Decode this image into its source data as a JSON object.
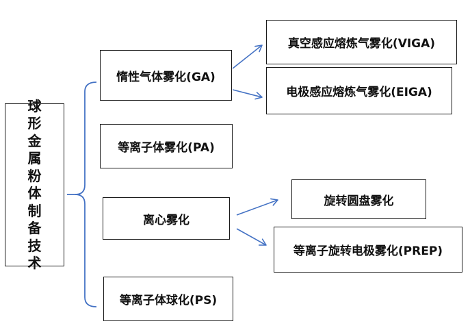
{
  "diagram": {
    "root": {
      "chars": [
        "球",
        "形",
        "金",
        "属",
        "粉",
        "体",
        "制",
        "备",
        "技",
        "术"
      ]
    },
    "methods": [
      {
        "label": "惰性气体雾化(GA)",
        "subs": [
          "真空感应熔炼气雾化(VIGA)",
          "电极感应熔炼气雾化(EIGA)"
        ]
      },
      {
        "label": "等离子体雾化(PA)",
        "subs": []
      },
      {
        "label": "离心雾化",
        "subs": [
          "旋转圆盘雾化",
          "等离子旋转电极雾化(PREP)"
        ]
      },
      {
        "label": "等离子体球化(PS)",
        "subs": []
      }
    ],
    "colors": {
      "connector": "#4472c4",
      "border": "#1a1a1a",
      "text": "#111111"
    }
  }
}
